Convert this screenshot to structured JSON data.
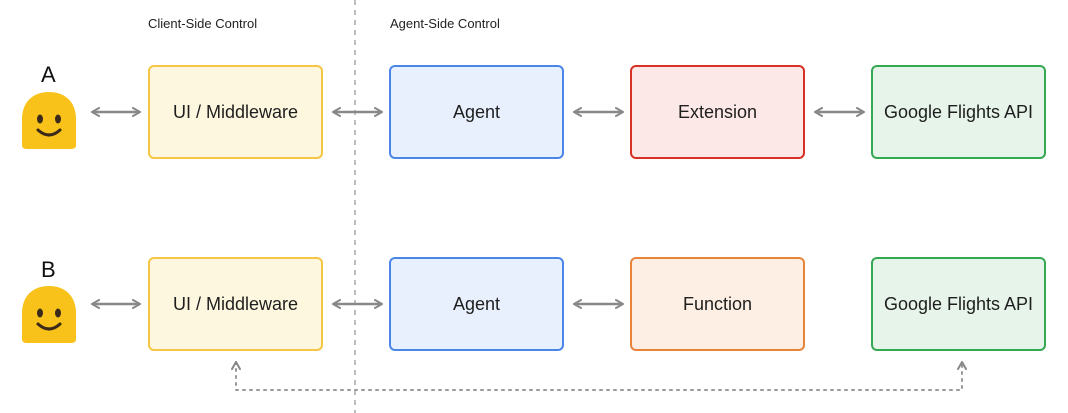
{
  "headers": {
    "client": "Client-Side Control",
    "agent": "Agent-Side Control"
  },
  "row_a": {
    "label": "A",
    "ui": "UI / Middleware",
    "agent": "Agent",
    "middle": "Extension",
    "api": "Google Flights API"
  },
  "row_b": {
    "label": "B",
    "ui": "UI / Middleware",
    "agent": "Agent",
    "middle": "Function",
    "api": "Google Flights API"
  },
  "colors": {
    "ui_border": "#f6c544",
    "ui_fill": "#fef7e0",
    "agent_border": "#4a86e8",
    "agent_fill": "#e8f0fe",
    "extension_border": "#d93025",
    "extension_fill": "#fce8e6",
    "function_border": "#e8833a",
    "function_fill": "#fdefe3",
    "api_border": "#34a853",
    "api_fill": "#e6f4ea",
    "arrow": "#888888",
    "smiley": "#f8c21a"
  },
  "icons": {
    "user": "smiley-face-icon"
  }
}
